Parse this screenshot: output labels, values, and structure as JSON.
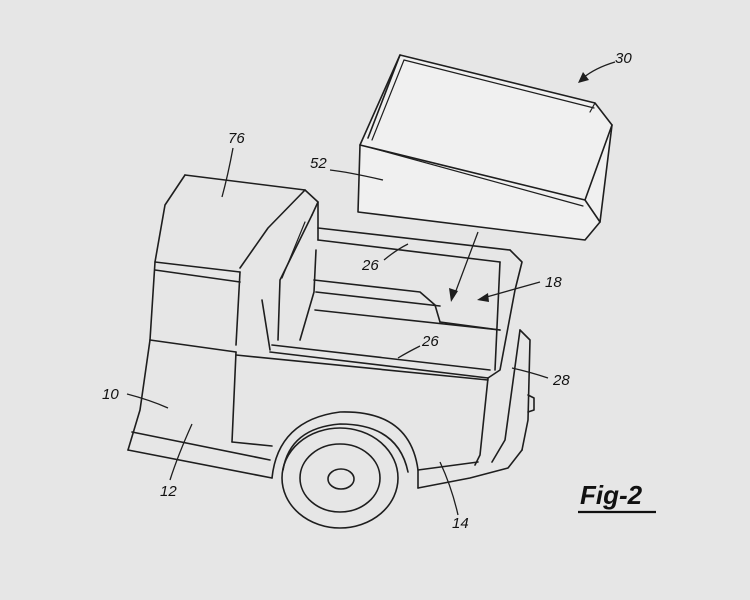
{
  "figure": {
    "title": "Fig-2"
  },
  "reference_numerals": {
    "tonneau_cover": "30",
    "cover_front_edge": "52",
    "cab_roof": "76",
    "bed_floor_upper": "26",
    "bed_floor_lower": "26",
    "cargo_box": "18",
    "tailgate": "28",
    "vehicle": "10",
    "cab_side": "12",
    "bed_side": "14"
  }
}
